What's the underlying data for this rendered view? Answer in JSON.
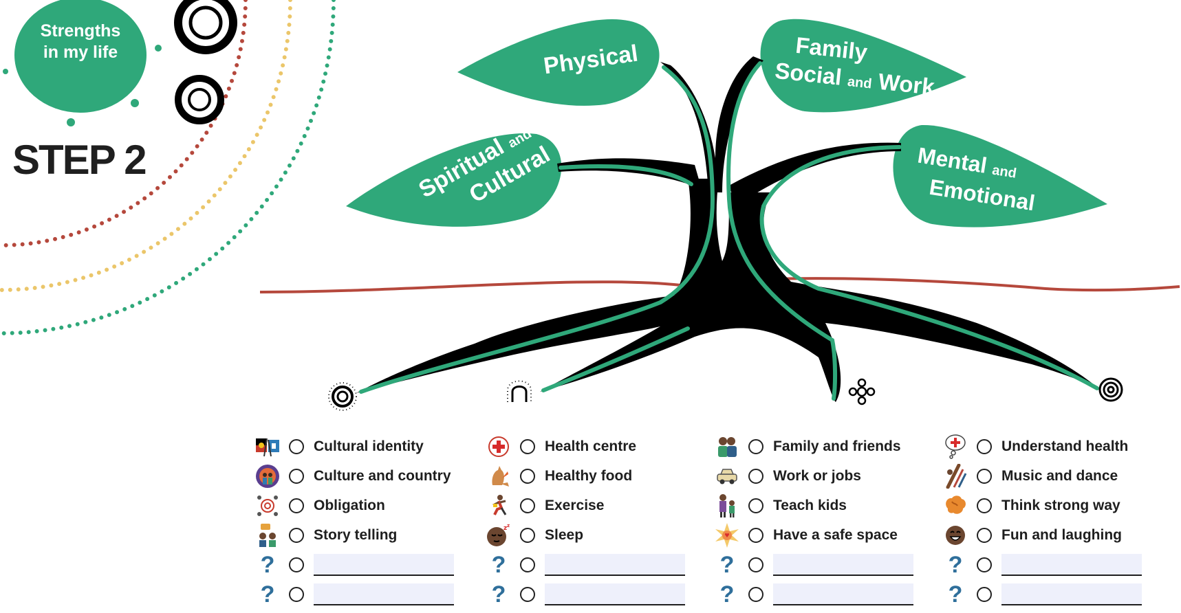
{
  "badge": {
    "line1": "Strengths",
    "line2": "in my life"
  },
  "step": {
    "label": "STEP 2"
  },
  "leaves": {
    "physical": "Physical",
    "family_line1": "Family",
    "family_social": "Social",
    "family_and": "and",
    "family_work": "Work",
    "spiritual": "Spiritual",
    "spiritual_and": "and",
    "cultural": "Cultural",
    "mental": "Mental",
    "mental_and": "and",
    "emotional": "Emotional"
  },
  "colors": {
    "green": "#2fa87a",
    "black": "#000000",
    "red_line": "#b5483c",
    "dot_red": "#b5483c",
    "dot_yellow": "#ebc66a",
    "dot_green": "#2fa87a",
    "blank_fill": "#eef0fb",
    "question_blue": "#2f6f9b"
  },
  "columns": [
    {
      "symbol": "concentric-sun-icon",
      "items": [
        {
          "icon": "flags-icon",
          "label": "Cultural identity"
        },
        {
          "icon": "culture-country-icon",
          "label": "Culture and country"
        },
        {
          "icon": "obligation-icon",
          "label": "Obligation"
        },
        {
          "icon": "story-telling-icon",
          "label": "Story telling"
        }
      ],
      "blanks": 2
    },
    {
      "symbol": "arch-icon",
      "items": [
        {
          "icon": "red-cross-icon",
          "label": "Health centre"
        },
        {
          "icon": "kangaroo-icon",
          "label": "Healthy food"
        },
        {
          "icon": "running-person-icon",
          "label": "Exercise"
        },
        {
          "icon": "sleeping-face-icon",
          "label": "Sleep"
        }
      ],
      "blanks": 2
    },
    {
      "symbol": "flower-icon",
      "items": [
        {
          "icon": "family-icon",
          "label": "Family and friends"
        },
        {
          "icon": "car-icon",
          "label": "Work or jobs"
        },
        {
          "icon": "teach-kids-icon",
          "label": "Teach kids"
        },
        {
          "icon": "safe-space-icon",
          "label": "Have a safe space"
        }
      ],
      "blanks": 2
    },
    {
      "symbol": "target-icon",
      "items": [
        {
          "icon": "thought-health-icon",
          "label": "Understand health"
        },
        {
          "icon": "didgeridoo-icon",
          "label": "Music and dance"
        },
        {
          "icon": "brain-icon",
          "label": "Think strong way"
        },
        {
          "icon": "laughing-face-icon",
          "label": "Fun and laughing"
        }
      ],
      "blanks": 2
    }
  ],
  "blank_marker": "?"
}
